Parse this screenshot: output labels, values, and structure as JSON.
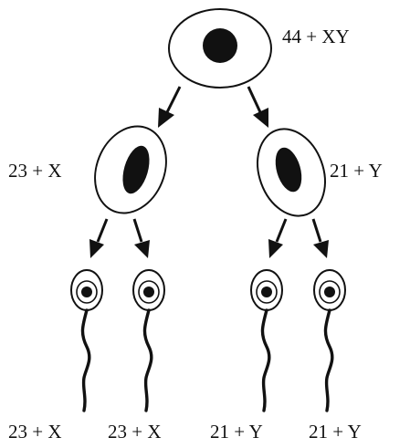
{
  "diagram": {
    "labels": {
      "parent": "44 + XY",
      "daughter_left": "23 + X",
      "daughter_right": "21 + Y",
      "sperm_1": "23 + X",
      "sperm_2": "23 + X",
      "sperm_3": "21 + Y",
      "sperm_4": "21 + Y"
    },
    "colors": {
      "stroke": "#111111",
      "fill": "#ffffff"
    }
  }
}
